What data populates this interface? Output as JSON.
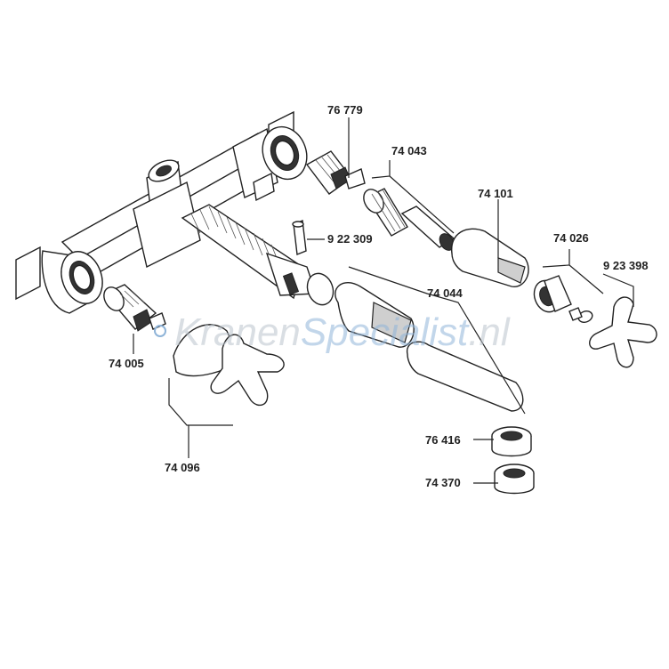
{
  "parts": [
    {
      "id": "p76779",
      "label": "76 779"
    },
    {
      "id": "p74043",
      "label": "74 043"
    },
    {
      "id": "p74101",
      "label": "74 101"
    },
    {
      "id": "p74026",
      "label": "74 026"
    },
    {
      "id": "p923398",
      "label": "9 23 398"
    },
    {
      "id": "p922309",
      "label": "9 22 309"
    },
    {
      "id": "p74044",
      "label": "74 044"
    },
    {
      "id": "p74005",
      "label": "74 005"
    },
    {
      "id": "p74096",
      "label": "74 096"
    },
    {
      "id": "p76416",
      "label": "76 416"
    },
    {
      "id": "p74370",
      "label": "74 370"
    }
  ],
  "watermark": {
    "part1": "Kranen",
    "part2": "Specialist",
    "part3": ".nl"
  },
  "colors": {
    "line": "#222222",
    "shade": "#cfcfcf",
    "watermark_grey": "#b9c3cc",
    "watermark_blue": "#8fb4d8"
  }
}
